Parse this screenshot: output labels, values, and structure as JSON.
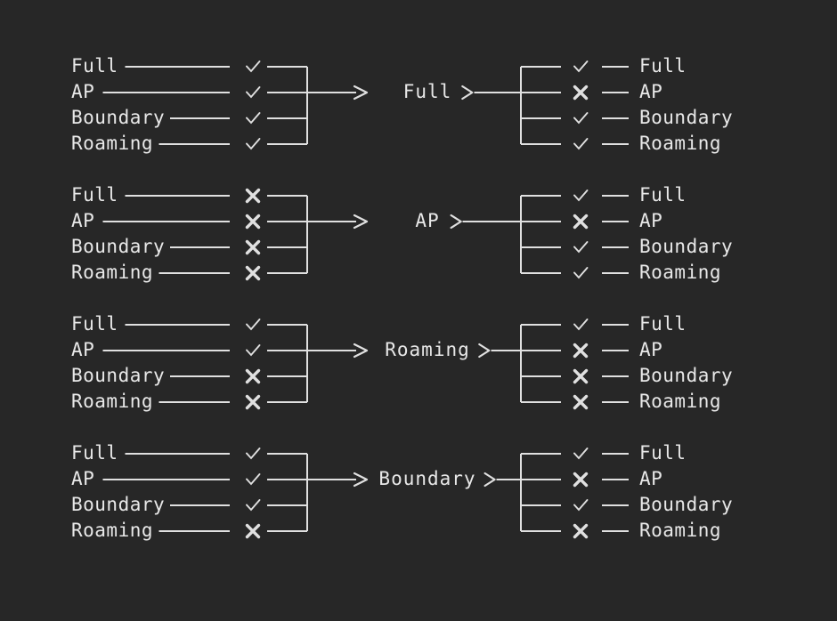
{
  "theme": {
    "background": "#272727",
    "foreground": "#e8e8e8",
    "line": "#e0e0e0"
  },
  "diagram": {
    "type": "state-transition-matrix",
    "interface_names": [
      "Full",
      "AP",
      "Boundary",
      "Roaming"
    ],
    "mark_glyphs": {
      "check": "check-mark",
      "cross": "cross-mark"
    },
    "groups": [
      {
        "id": "group-full",
        "center_label": "Full",
        "left": [
          {
            "label": "Full",
            "mark": "check"
          },
          {
            "label": "AP",
            "mark": "check"
          },
          {
            "label": "Boundary",
            "mark": "check"
          },
          {
            "label": "Roaming",
            "mark": "check"
          }
        ],
        "right": [
          {
            "label": "Full",
            "mark": "check"
          },
          {
            "label": "AP",
            "mark": "cross"
          },
          {
            "label": "Boundary",
            "mark": "check"
          },
          {
            "label": "Roaming",
            "mark": "check"
          }
        ]
      },
      {
        "id": "group-ap",
        "center_label": "AP",
        "left": [
          {
            "label": "Full",
            "mark": "cross"
          },
          {
            "label": "AP",
            "mark": "cross"
          },
          {
            "label": "Boundary",
            "mark": "cross"
          },
          {
            "label": "Roaming",
            "mark": "cross"
          }
        ],
        "right": [
          {
            "label": "Full",
            "mark": "check"
          },
          {
            "label": "AP",
            "mark": "cross"
          },
          {
            "label": "Boundary",
            "mark": "check"
          },
          {
            "label": "Roaming",
            "mark": "check"
          }
        ]
      },
      {
        "id": "group-roaming",
        "center_label": "Roaming",
        "left": [
          {
            "label": "Full",
            "mark": "check"
          },
          {
            "label": "AP",
            "mark": "check"
          },
          {
            "label": "Boundary",
            "mark": "cross"
          },
          {
            "label": "Roaming",
            "mark": "cross"
          }
        ],
        "right": [
          {
            "label": "Full",
            "mark": "check"
          },
          {
            "label": "AP",
            "mark": "cross"
          },
          {
            "label": "Boundary",
            "mark": "cross"
          },
          {
            "label": "Roaming",
            "mark": "cross"
          }
        ]
      },
      {
        "id": "group-boundary",
        "center_label": "Boundary",
        "left": [
          {
            "label": "Full",
            "mark": "check"
          },
          {
            "label": "AP",
            "mark": "check"
          },
          {
            "label": "Boundary",
            "mark": "check"
          },
          {
            "label": "Roaming",
            "mark": "cross"
          }
        ],
        "right": [
          {
            "label": "Full",
            "mark": "check"
          },
          {
            "label": "AP",
            "mark": "cross"
          },
          {
            "label": "Boundary",
            "mark": "check"
          },
          {
            "label": "Roaming",
            "mark": "cross"
          }
        ]
      }
    ]
  }
}
